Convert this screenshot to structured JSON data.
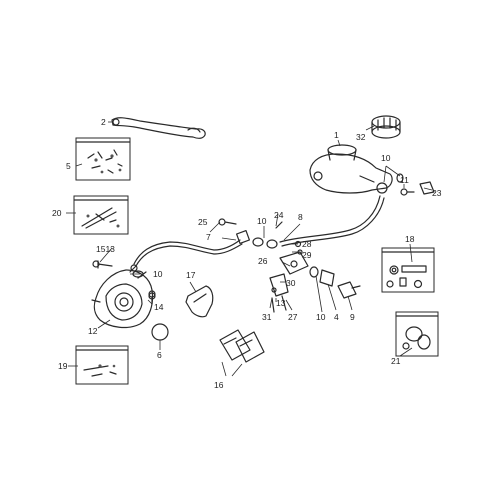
{
  "colors": {
    "ink": "#2a2a2a",
    "background": "#ffffff"
  },
  "labels": {
    "p1": "1",
    "p2": "2",
    "p4": "4",
    "p5": "5",
    "p6": "6",
    "p7": "7",
    "p8": "8",
    "p9": "9",
    "p10a": "10",
    "p10b": "10",
    "p10c": "10",
    "p10d": "10",
    "p11": "11",
    "p12": "12",
    "p13": "13",
    "p14": "14",
    "p1513": "1513",
    "p16": "16",
    "p17": "17",
    "p18": "18",
    "p19": "19",
    "p20": "20",
    "p21": "21",
    "p23": "23",
    "p24": "24",
    "p25": "25",
    "p26": "26",
    "p27": "27",
    "p28": "28",
    "p29": "29",
    "p30": "30",
    "p31": "31",
    "p32": "32"
  }
}
